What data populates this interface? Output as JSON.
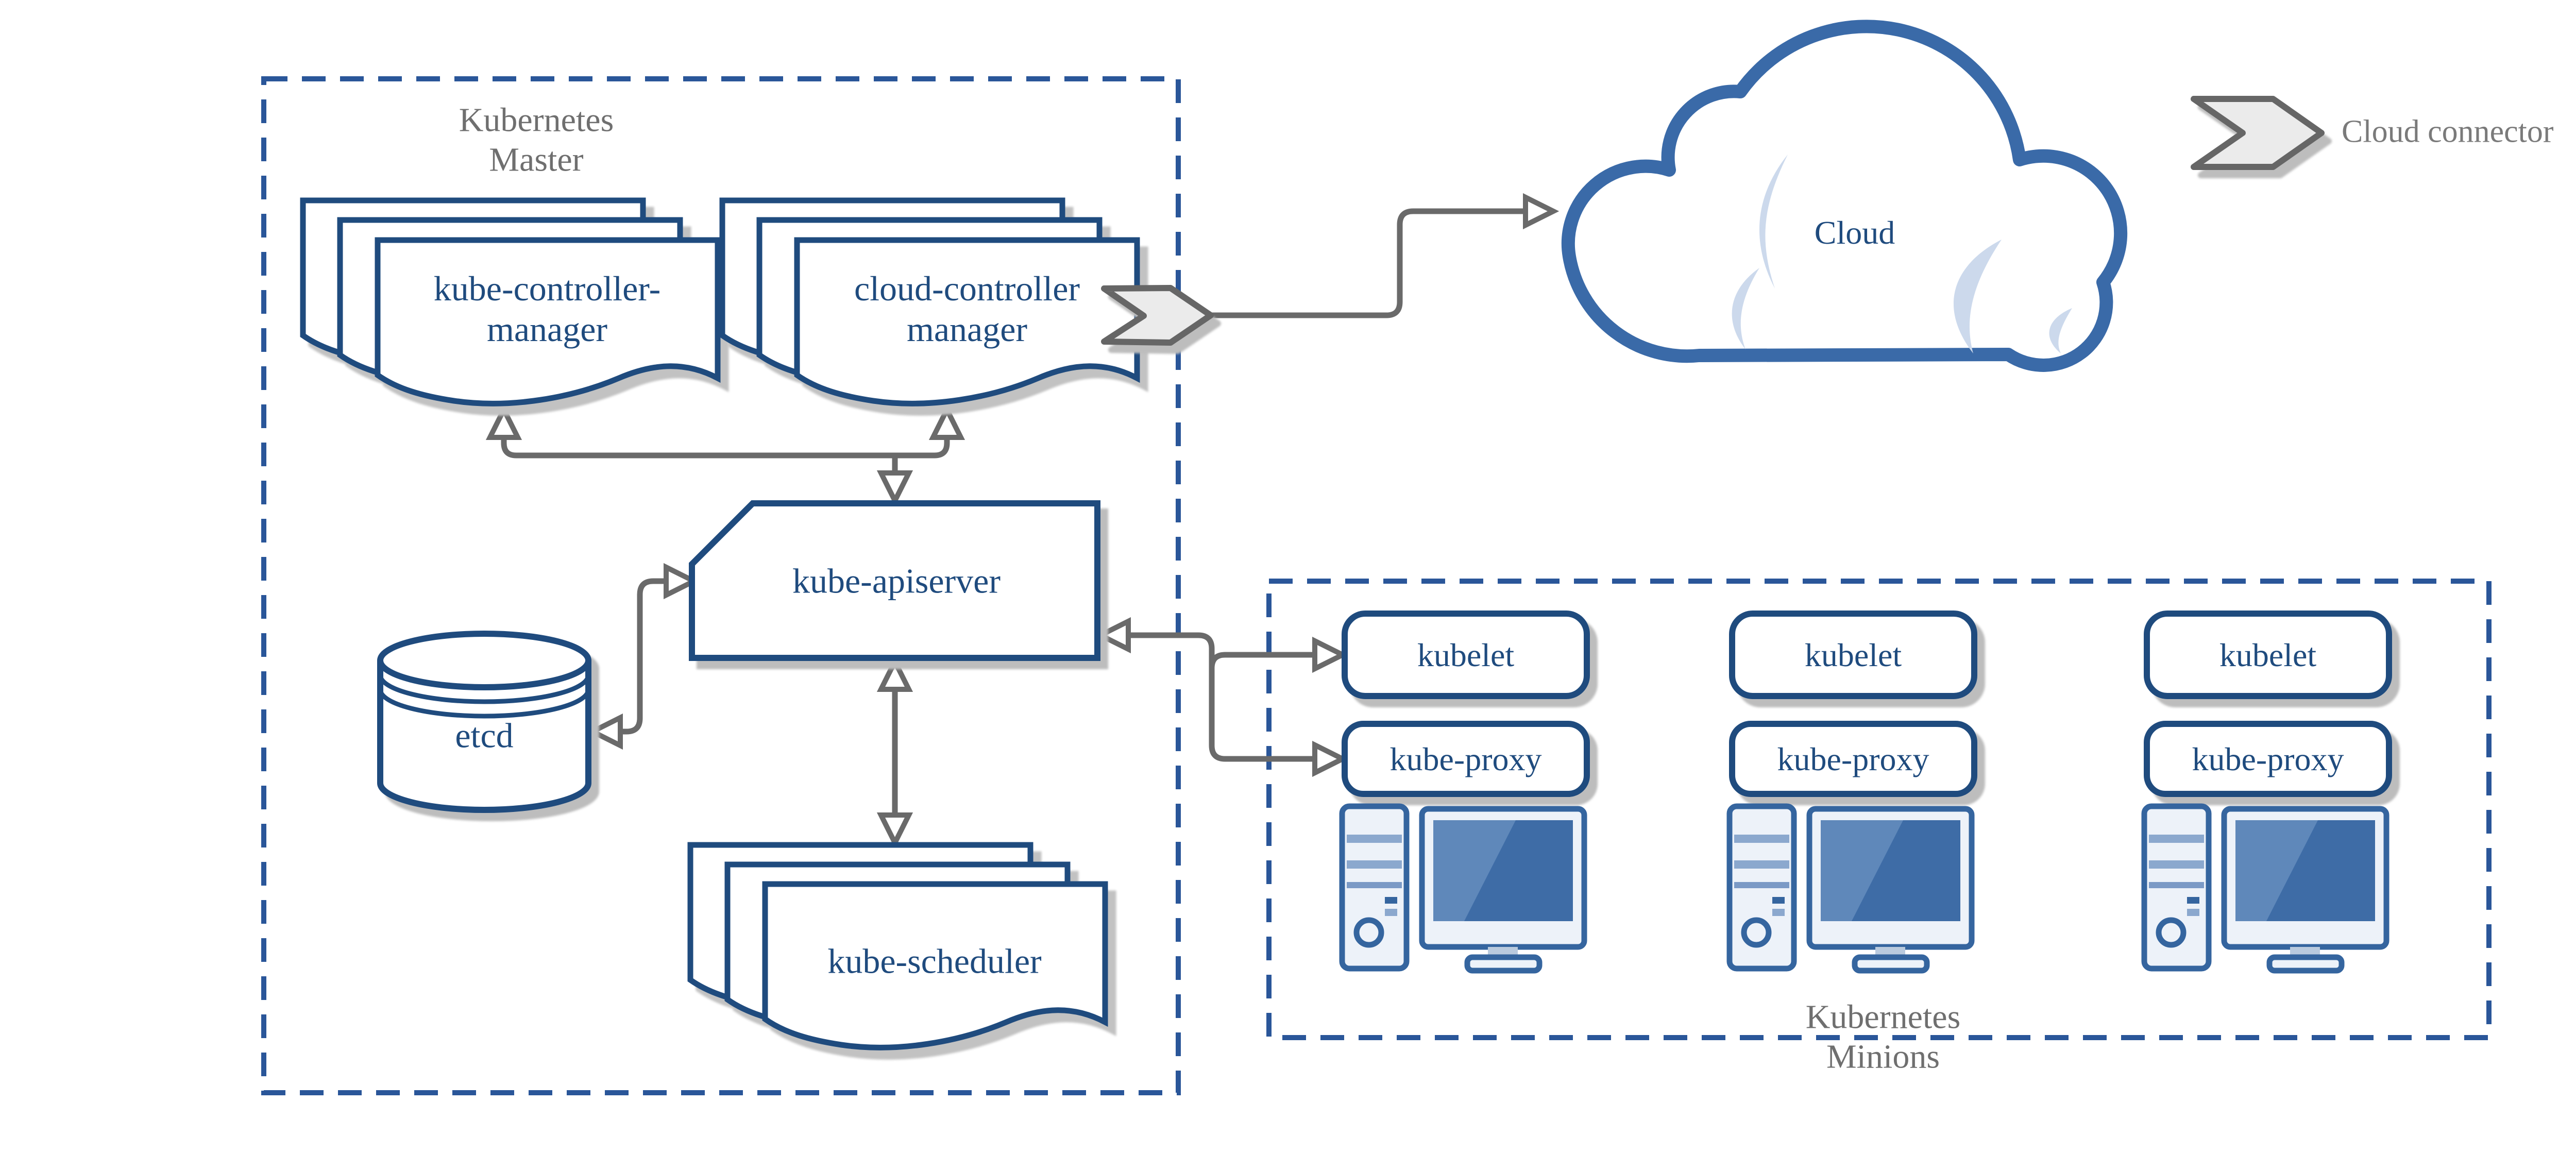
{
  "master": {
    "line1": "Kubernetes",
    "line2": "Master",
    "kube_controller_manager": {
      "line1": "kube-controller-",
      "line2": "manager"
    },
    "cloud_controller_manager": {
      "line1": "cloud-controller",
      "line2": "manager"
    },
    "kube_apiserver": {
      "label": "kube-apiserver"
    },
    "etcd": {
      "label": "etcd"
    },
    "kube_scheduler": {
      "label": "kube-scheduler"
    }
  },
  "cloud": {
    "label": "Cloud"
  },
  "legend": {
    "cloud_connector": "Cloud connector"
  },
  "minions": {
    "line1": "Kubernetes",
    "line2": "Minions",
    "nodes": [
      {
        "kubelet": "kubelet",
        "kube_proxy": "kube-proxy"
      },
      {
        "kubelet": "kubelet",
        "kube_proxy": "kube-proxy"
      },
      {
        "kubelet": "kubelet",
        "kube_proxy": "kube-proxy"
      }
    ]
  },
  "icons": {
    "document_stack": "document-stack-icon",
    "database_cylinder": "database-cylinder-icon",
    "cloud_shape": "cloud-icon",
    "cloud_connector_chevron": "chevron-arrow-icon",
    "workstation": "workstation-icon",
    "open_arrowhead": "open-arrowhead-icon"
  },
  "colors": {
    "shape_border_blue": "#1f4b7e",
    "dashed_border_blue": "#2a5699",
    "text_blue": "#1f4b7e",
    "text_gray": "#6f6f6f",
    "arrow_gray": "#6a6a6a",
    "shadow_gray": "#bfbfbf",
    "icon_blue": "#35659f",
    "screen_blue": "#3e6ca6",
    "screen_highlight": "#5f88ba",
    "stripe_blue": "#8ba8ce",
    "panel_fill": "#edf2f9",
    "cloud_border": "#3a6aa8",
    "cloud_accent": "#ccd9ec",
    "chevron_fill": "#ebebeb",
    "chevron_border": "#666666"
  }
}
